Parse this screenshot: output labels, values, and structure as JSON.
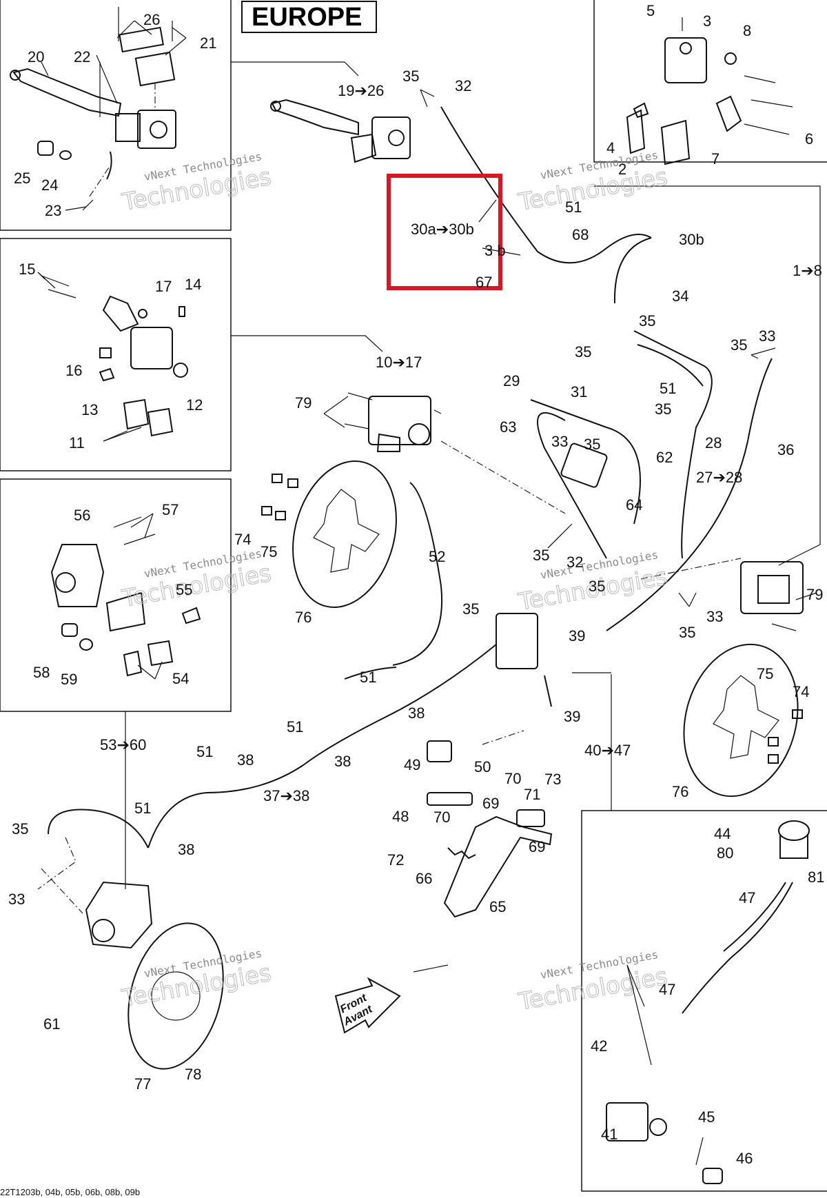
{
  "title": "EUROPE",
  "footer_code": "22T1203b, 04b, 05b, 06b, 08b, 09b",
  "watermark": {
    "line1": "vNext Technologies",
    "line2": "Technologies"
  },
  "front_arrow": {
    "line1": "Front",
    "line2": "Avant"
  },
  "highlight_label": "30a➔30b",
  "highlight_color": "#e0141e",
  "labels": {
    "l1_8": "1➔8",
    "l2": "2",
    "l3": "3",
    "l4": "4",
    "l5": "5",
    "l6": "6",
    "l7": "7",
    "l8": "8",
    "l10_17": "10➔17",
    "l11": "11",
    "l12": "12",
    "l13": "13",
    "l14": "14",
    "l15": "15",
    "l16": "16",
    "l17": "17",
    "l19_26": "19➔26",
    "l20": "20",
    "l21": "21",
    "l22": "22",
    "l23": "23",
    "l24": "24",
    "l25": "25",
    "l26": "26",
    "l27_28": "27➔28",
    "l28": "28",
    "l29": "29",
    "l30b_a": "30b",
    "l30b_b": "3 b",
    "l31": "31",
    "l32a": "32",
    "l32b": "32",
    "l33a": "33",
    "l33b": "33",
    "l33c": "33",
    "l33d": "33",
    "l34": "34",
    "l35a": "35",
    "l35b": "35",
    "l35c": "35",
    "l35d": "35",
    "l35e": "35",
    "l35f": "35",
    "l35g": "35",
    "l35h": "35",
    "l35i": "35",
    "l35j": "35",
    "l35k": "35",
    "l36": "36",
    "l37_38": "37➔38",
    "l38a": "38",
    "l38b": "38",
    "l38c": "38",
    "l38d": "38",
    "l39a": "39",
    "l39b": "39",
    "l40_47": "40➔47",
    "l41": "41",
    "l42": "42",
    "l44": "44",
    "l45": "45",
    "l46": "46",
    "l47a": "47",
    "l47b": "47",
    "l48": "48",
    "l49": "49",
    "l50": "50",
    "l51a": "51",
    "l51b": "51",
    "l51c": "51",
    "l51d": "51",
    "l51e": "51",
    "l51f": "51",
    "l52": "52",
    "l53_60": "53➔60",
    "l54": "54",
    "l55": "55",
    "l56": "56",
    "l57": "57",
    "l58": "58",
    "l59": "59",
    "l61": "61",
    "l62": "62",
    "l63": "63",
    "l64": "64",
    "l65": "65",
    "l66": "66",
    "l67": "67",
    "l68": "68",
    "l69a": "69",
    "l69b": "69",
    "l70a": "70",
    "l70b": "70",
    "l71": "71",
    "l72": "72",
    "l73": "73",
    "l74a": "74",
    "l74b": "74",
    "l75a": "75",
    "l75b": "75",
    "l76a": "76",
    "l76b": "76",
    "l77": "77",
    "l78": "78",
    "l79a": "79",
    "l79b": "79",
    "l80": "80",
    "l81": "81"
  }
}
